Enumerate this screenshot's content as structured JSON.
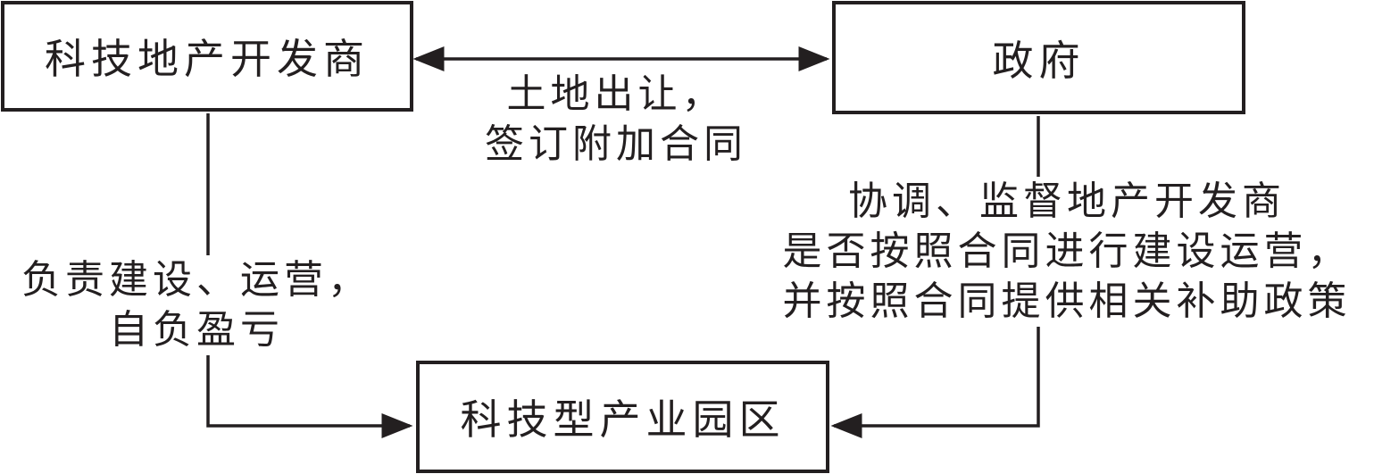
{
  "nodes": {
    "developer": "科技地产开发商",
    "government": "政府",
    "park": "科技型产业园区"
  },
  "edges": {
    "developer_government": {
      "line1": "土地出让，",
      "line2": "签订附加合同"
    },
    "developer_park": {
      "line1": "负责建设、运营，",
      "line2": "自负盈亏"
    },
    "government_park": {
      "line1": "协调、监督地产开发商",
      "line2": "是否按照合同进行建设运营，",
      "line3": "并按照合同提供相关补助政策"
    }
  }
}
